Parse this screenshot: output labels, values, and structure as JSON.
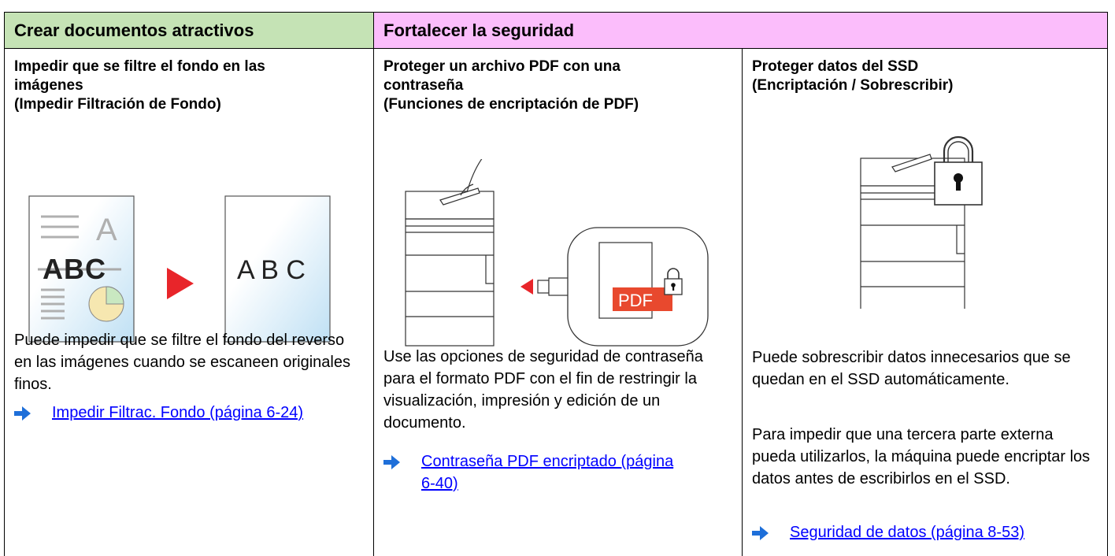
{
  "headers": {
    "left": "Crear documentos atractivos",
    "right": "Fortalecer la seguridad"
  },
  "columns": [
    {
      "title": "Impedir que se filtre el fondo en las\nimágenes\n(Impedir Filtración de Fondo)",
      "paragraphs": [
        "Puede impedir que se filtre el fondo del reverso en las imágenes cuando se escaneen originales finos."
      ],
      "link": "Impedir Filtrac. Fondo (página 6-24)",
      "illustration": {
        "before_letter": "A",
        "before_text": "ABC",
        "after_text": "A B C"
      }
    },
    {
      "title": "Proteger un archivo PDF con una\ncontraseña\n(Funciones de encriptación de PDF)",
      "paragraphs": [
        "Use las opciones de seguridad de contraseña para el formato PDF con el fin de restringir la visualización, impresión y edición de un documento."
      ],
      "link_line1": "Contraseña PDF encriptado (página",
      "link_line2": "6-40)",
      "illustration": {
        "pdf_label": "PDF"
      }
    },
    {
      "title": "Proteger datos del SSD\n(Encriptación / Sobrescribir)",
      "paragraphs": [
        "Puede sobrescribir datos innecesarios que se quedan en el SSD automáticamente.",
        "Para impedir que una tercera parte externa pueda utilizarlos, la máquina puede encriptar los datos antes de escribirlos en el SSD."
      ],
      "link": "Seguridad de datos (página 8-53)"
    }
  ],
  "colors": {
    "header_green": "#c5e3b5",
    "header_pink": "#fbbdfb",
    "link": "#0000ff",
    "arrow": "#1e6fd9",
    "pdf_red": "#e8492e",
    "triangle_red": "#e8252a"
  },
  "icons": [
    "right-arrow-icon",
    "padlock-icon",
    "printer-icon",
    "usb-drive-icon",
    "pie-chart-icon"
  ]
}
